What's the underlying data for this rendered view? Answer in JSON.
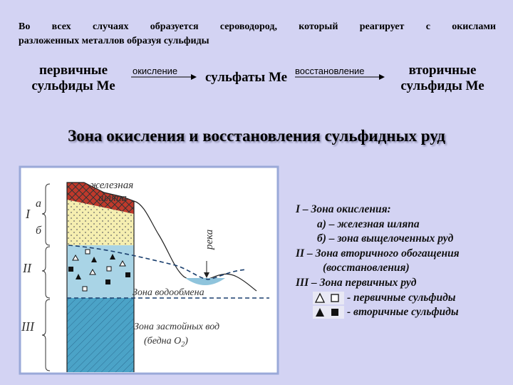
{
  "intro": {
    "line1": "Во всех случаях образуется сероводород, который реагирует с окислами",
    "line2": "разложенных металлов образуя сульфиды"
  },
  "scheme": {
    "primary_line1": "первичные",
    "primary_line2": "сульфиды Ме",
    "arrow1_label": "окисление",
    "middle": "сульфаты Ме",
    "arrow2_label": "восстановление",
    "secondary_line1": "вторичные",
    "secondary_line2": "сульфиды Ме"
  },
  "heading": "Зона окисления и восстановления сульфидных руд",
  "diagram": {
    "label_iron_hat_1": "железная",
    "label_iron_hat_2": "шляпа",
    "label_river": "река",
    "label_exchange_zone": "Зона водообмена",
    "label_stagnant_1": "Зона застойных вод",
    "label_stagnant_2": "(бедна О",
    "label_stagnant_sub": "2",
    "label_stagnant_3": ")",
    "zone_I": "I",
    "zone_a": "а",
    "zone_b": "б",
    "zone_II": "II",
    "zone_III": "III",
    "colors": {
      "iron_hat": "#c0392b",
      "leached": "#f5eeb0",
      "secondary": "#a9d4e6",
      "primary": "#4ba3c7",
      "frame": "#9aa9d8"
    }
  },
  "legend": {
    "l1": "I – Зона окисления:",
    "l2": "а) – железная шляпа",
    "l3": "б) – зона выщелоченных руд",
    "l4": "II – Зона вторичного обогащения",
    "l5": "(восстановления)",
    "l6": "III – Зона первичных руд",
    "l7": "- первичные сульфиды",
    "l8": "- вторичные сульфиды"
  }
}
